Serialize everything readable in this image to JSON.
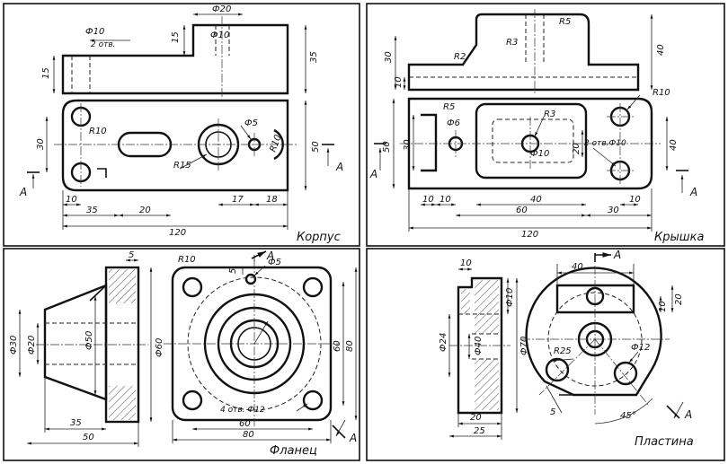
{
  "panels": {
    "korpus": {
      "title": "Корпус",
      "section_mark": "A",
      "dims": {
        "phi20": "Ф20",
        "phi10_top": "Ф10",
        "phi10_left": "Ф10",
        "two_holes": "2 отв.",
        "d15_top": "15",
        "d35_right": "35",
        "d15_left": "15",
        "r10_left": "R10",
        "r10_right": "R10",
        "r15": "R15",
        "phi5": "Ф5",
        "d30": "30",
        "d50": "50",
        "d10": "10",
        "d35": "35",
        "d20": "20",
        "d17": "17",
        "d18": "18",
        "d120": "120"
      }
    },
    "kryshka": {
      "title": "Крышка",
      "section_mark": "A",
      "dims": {
        "r5_top": "R5",
        "r3_top": "R3",
        "r2": "R2",
        "d30_left": "30",
        "d10_left": "10",
        "d40_right": "40",
        "r10": "R10",
        "r5_mid": "R5",
        "r3_mid": "R3",
        "phi6": "Ф6",
        "phi10": "Ф10",
        "d20": "20",
        "two_holes_phi10": "2 отв.Ф10",
        "d50": "50",
        "d30_mid": "30",
        "d40_far": "40",
        "d10_a": "10",
        "d10_b": "10",
        "d40_bottom": "40",
        "d10_right": "10",
        "d60": "60",
        "d30_bottom": "30",
        "d120": "120"
      }
    },
    "flanets": {
      "title": "Фланец",
      "section_mark": "A",
      "dims": {
        "d5": "5",
        "r10": "R10",
        "d5_top": "5",
        "phi5": "Ф5",
        "phi30": "Ф30",
        "phi20": "Ф20",
        "phi50": "Ф50",
        "phi60": "Ф60",
        "d60_right": "60",
        "d80_right": "80",
        "four_holes": "4 отв. Ф12",
        "d35": "35",
        "d50": "50",
        "d60_bottom": "60",
        "d80_bottom": "80"
      }
    },
    "plastina": {
      "title": "Пластина",
      "section_mark": "A",
      "dims": {
        "d10_top": "10",
        "d40": "40",
        "phi10": "Ф10",
        "d20_right": "20",
        "d10_right": "10",
        "phi24": "Ф24",
        "phi40": "Ф40",
        "phi70": "Ф70",
        "r25": "R25",
        "phi12": "Ф12",
        "d5": "5",
        "angle": "45°",
        "d20_bottom": "20",
        "d25_bottom": "25"
      }
    }
  }
}
